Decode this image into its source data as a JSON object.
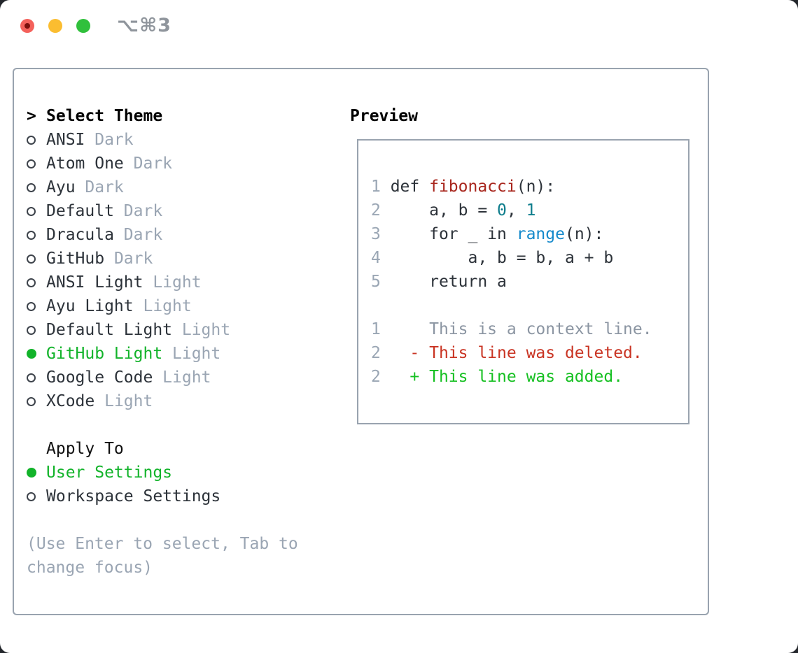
{
  "window": {
    "title": "⌥⌘3"
  },
  "colors": {
    "panel_border": "#99a3af",
    "selection_green": "#12b32a",
    "added_green": "#16c022",
    "deleted_red": "#c93423",
    "function_red": "#a8261d",
    "number_teal": "#0e7d8c",
    "builtin_blue": "#1489cb",
    "muted_gray": "#9aa5b3",
    "line_number_gray": "#9aa6b4",
    "context_gray": "#8b95a2",
    "text_dark": "#2c3239",
    "traffic_red": "#f4615b",
    "traffic_yellow": "#fbbd30",
    "traffic_green": "#30c03c"
  },
  "theme_list": {
    "header_prefix": ">",
    "header": "Select Theme",
    "items": [
      {
        "name": "ANSI",
        "variant": "Dark",
        "selected": false
      },
      {
        "name": "Atom One",
        "variant": "Dark",
        "selected": false
      },
      {
        "name": "Ayu",
        "variant": "Dark",
        "selected": false
      },
      {
        "name": "Default",
        "variant": "Dark",
        "selected": false
      },
      {
        "name": "Dracula",
        "variant": "Dark",
        "selected": false
      },
      {
        "name": "GitHub",
        "variant": "Dark",
        "selected": false
      },
      {
        "name": "ANSI Light",
        "variant": "Light",
        "selected": false
      },
      {
        "name": "Ayu Light",
        "variant": "Light",
        "selected": false
      },
      {
        "name": "Default Light",
        "variant": "Light",
        "selected": false
      },
      {
        "name": "GitHub Light",
        "variant": "Light",
        "selected": true
      },
      {
        "name": "Google Code",
        "variant": "Light",
        "selected": false
      },
      {
        "name": "XCode",
        "variant": "Light",
        "selected": false
      }
    ]
  },
  "apply_to": {
    "header": "Apply To",
    "options": [
      {
        "label": "User Settings",
        "selected": true
      },
      {
        "label": "Workspace Settings",
        "selected": false
      }
    ]
  },
  "hint": "(Use Enter to select, Tab to change focus)",
  "preview": {
    "header": "Preview",
    "lines": [
      {
        "num": "1",
        "tokens": [
          [
            "def ",
            "code"
          ],
          [
            "fibonacci",
            "function"
          ],
          [
            "(n):",
            "code"
          ]
        ]
      },
      {
        "num": "2",
        "tokens": [
          [
            "    a, b = ",
            "code"
          ],
          [
            "0",
            "number"
          ],
          [
            ", ",
            "code"
          ],
          [
            "1",
            "number"
          ]
        ]
      },
      {
        "num": "3",
        "tokens": [
          [
            "    for _ in ",
            "code"
          ],
          [
            "range",
            "builtin"
          ],
          [
            "(n):",
            "code"
          ]
        ]
      },
      {
        "num": "4",
        "tokens": [
          [
            "        a, b = b, a + b",
            "code"
          ]
        ]
      },
      {
        "num": "5",
        "tokens": [
          [
            "    return a",
            "code"
          ]
        ]
      },
      {
        "num": "",
        "tokens": []
      },
      {
        "num": "1",
        "tokens": [
          [
            "    This is a context line.",
            "context"
          ]
        ]
      },
      {
        "num": "2",
        "tokens": [
          [
            "  - This line was deleted.",
            "deleted"
          ]
        ]
      },
      {
        "num": "2",
        "tokens": [
          [
            "  + This line was added.",
            "added"
          ]
        ]
      }
    ]
  }
}
